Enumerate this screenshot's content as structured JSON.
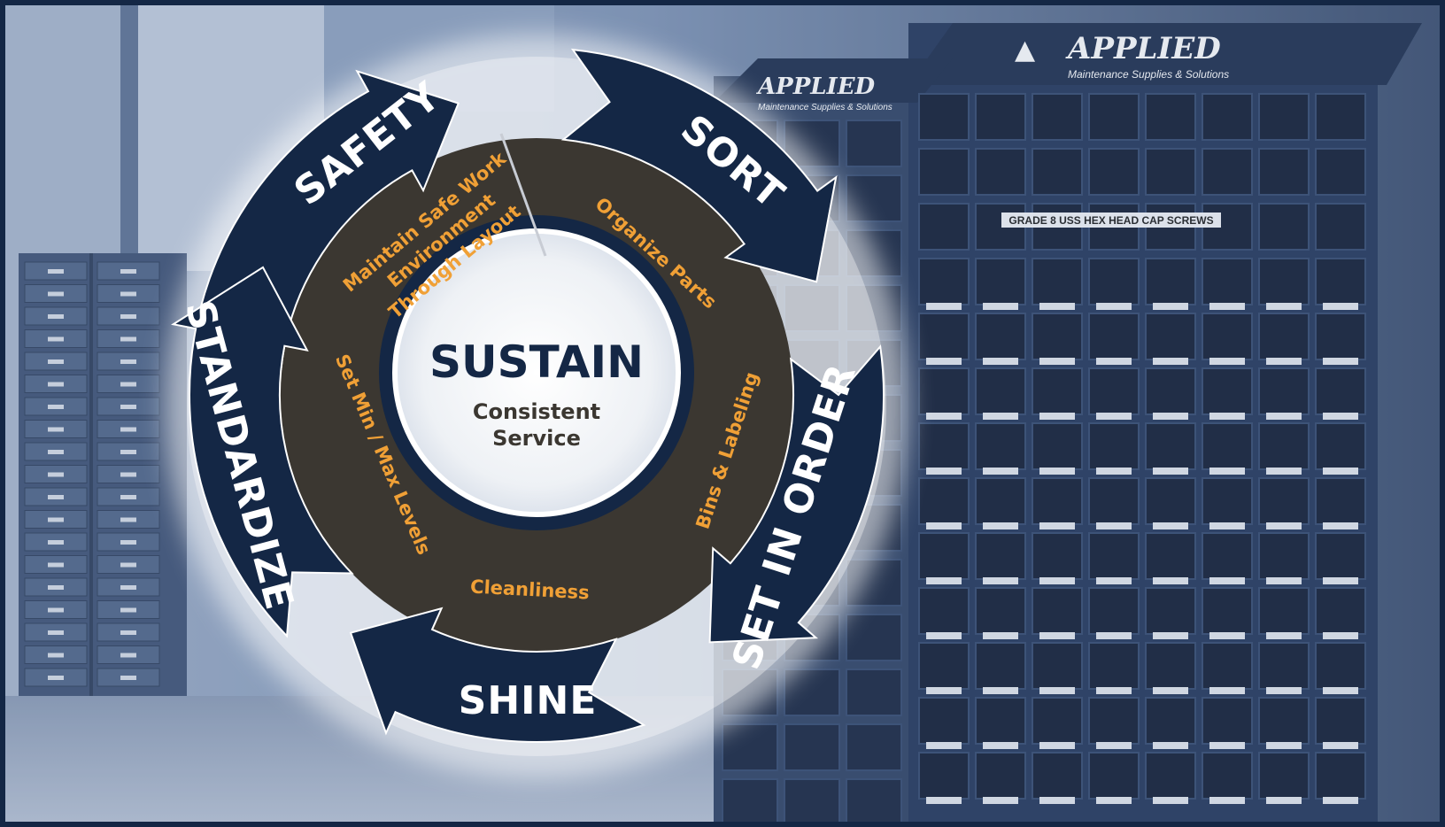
{
  "diagram": {
    "center_title": "SUSTAIN",
    "center_subtitle_line1": "Consistent",
    "center_subtitle_line2": "Service",
    "steps": [
      {
        "label": "SAFETY",
        "detail_lines": [
          "Maintain Safe Work",
          "Environment",
          "Through Layout"
        ]
      },
      {
        "label": "SORT",
        "detail_lines": [
          "Organize Parts"
        ]
      },
      {
        "label": "SET IN ORDER",
        "detail_lines": [
          "Bins & Labeling"
        ]
      },
      {
        "label": "SHINE",
        "detail_lines": [
          "Cleanliness"
        ]
      },
      {
        "label": "STANDARDIZE",
        "detail_lines": [
          "Set Min / Max Levels"
        ]
      }
    ]
  },
  "background": {
    "brand_name": "APPLIED",
    "brand_tagline": "Maintenance Supplies & Solutions",
    "shelf_label": "GRADE 8 USS HEX HEAD CAP SCREWS"
  },
  "colors": {
    "navy": "#142745",
    "ring_brown": "#3b3731",
    "orange_text": "#f0a036",
    "photo_tint": "#6f86a8"
  }
}
